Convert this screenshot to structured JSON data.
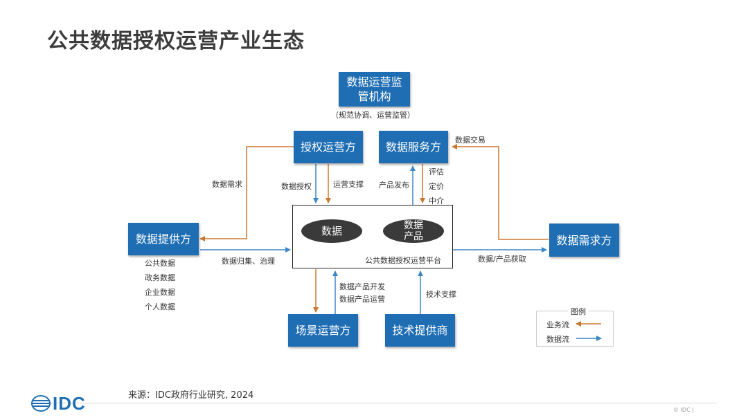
{
  "title": "公共数据授权运营产业生态",
  "boxes": {
    "regulator": "数据运营监\n管机构",
    "authorized_operator": "授权运营方",
    "data_service": "数据服务方",
    "data_provider": "数据提供方",
    "data_demand": "数据需求方",
    "scene_operator": "场景运营方",
    "tech_provider": "技术提供商"
  },
  "regulator_note": "（规范协调、运营监管）",
  "platform": {
    "label": "公共数据授权运营平台",
    "oval_data": "数据",
    "oval_product": "数据\n产品"
  },
  "labels": {
    "data_trade": "数据交易",
    "data_demand_req": "数据需求",
    "data_authorization": "数据授权",
    "operation_support": "运营支撑",
    "product_release": "产品发布",
    "evaluate": "评估",
    "pricing": "定价",
    "intermediary": "中介",
    "collect_govern": "数据归集、治理",
    "data_product_acquire": "数据/产品获取",
    "product_dev": "数据产品开发",
    "product_ops": "数据产品运营",
    "tech_support": "技术支撑"
  },
  "provider_data_types": [
    "公共数据",
    "政务数据",
    "企业数据",
    "个人数据"
  ],
  "legend": {
    "title": "图例",
    "business_flow": "业务流",
    "data_flow": "数据流"
  },
  "colors": {
    "box_blue": "#1f6eb4",
    "business_flow": "#c8782f",
    "data_flow": "#3d86c6",
    "oval": "#3a3a3a"
  },
  "footer": {
    "source": "来源：IDC政府行业研究, 2024",
    "logo": "IDC",
    "copyright": "© IDC |"
  }
}
